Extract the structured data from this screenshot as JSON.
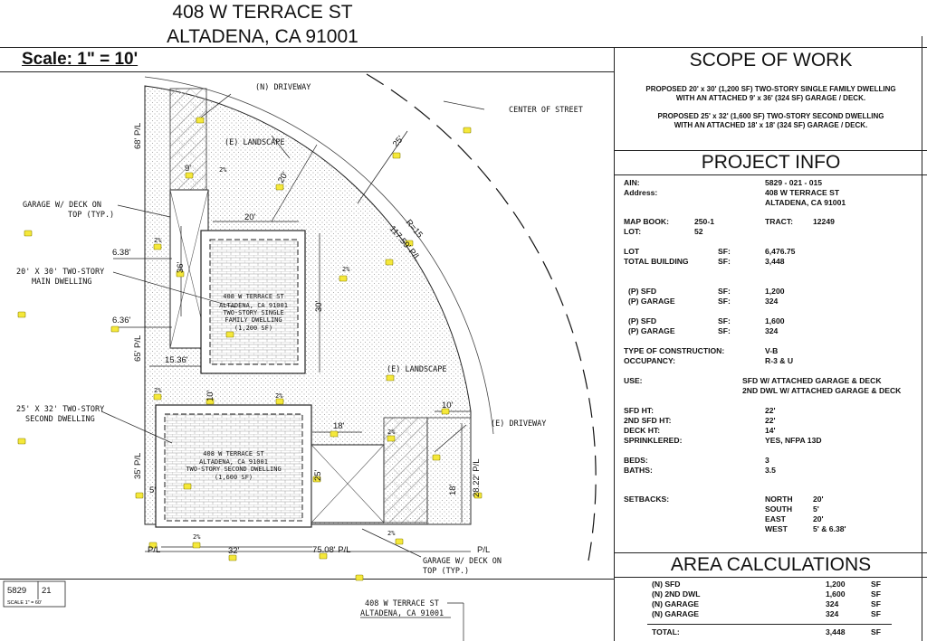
{
  "header": {
    "address_line1": "408 W TERRACE ST",
    "address_line2": "ALTADENA, CA 91001"
  },
  "scale_label": "Scale: 1\" = 10'",
  "site_plan": {
    "labels": {
      "n_driveway": "(N) DRIVEWAY",
      "center_of_street": "CENTER OF STREET",
      "e_landscape_top": "(E) LANDSCAPE",
      "garage_deck_1": "GARAGE W/ DECK ON",
      "garage_deck_1b": "TOP (TYP.)",
      "main_dwelling_1": "20' X 30' TWO-STORY",
      "main_dwelling_2": "MAIN DWELLING",
      "second_dwelling_1": "25' X 32' TWO-STORY",
      "second_dwelling_2": "SECOND DWELLING",
      "e_landscape_mid": "(E) LANDSCAPE",
      "e_driveway": "(E) DRIVEWAY",
      "garage_deck_2": "GARAGE W/ DECK ON",
      "garage_deck_2b": "TOP (TYP.)"
    },
    "building1": {
      "line1": "408 W TERRACE ST",
      "line2": "ALTADENA, CA 91001",
      "line3": "TWO-STORY SINGLE",
      "line4": "FAMILY DWELLING",
      "line5": "(1,200 SF)"
    },
    "building2": {
      "line1": "408 W TERRACE ST",
      "line2": "ALTADENA, CA 91001",
      "line3": "TWO-STORY SECOND DWELLING",
      "line4": "(1,600 SF)"
    },
    "dims": {
      "d9": "9'",
      "d20a": "20'",
      "d25": "25'",
      "d20b": "20'",
      "d11759": "117.59' P/L",
      "r15": "R=15",
      "d638": "6.38'",
      "d636": "6.36'",
      "d36": "36'",
      "d30": "30'",
      "d1536": "15.36'",
      "d10a": "10'",
      "d10b": "10'",
      "d18a": "18'",
      "d18b": "18'",
      "d25b": "25'",
      "d2822": "28.22' P/L",
      "d5": "5'",
      "d32": "32'",
      "d7508": "75.08' P/L",
      "pl": "P/L",
      "pl_b": "P/L",
      "d68pl": "68' P/L",
      "d35pl": "35' P/L",
      "d65pl": "65' P/L",
      "slope": "2%"
    },
    "title_block": {
      "page": "5829",
      "sheet": "21",
      "scale_small": "SCALE 1\" = 60'",
      "addr1": "408 W TERRACE ST",
      "addr2": "ALTADENA, CA 91001"
    }
  },
  "scope_of_work": {
    "title": "SCOPE OF WORK",
    "p1_line1": "PROPOSED 20' x 30' (1,200 SF) TWO-STORY SINGLE FAMILY DWELLING",
    "p1_line2": "WITH AN ATTACHED 9' x 36' (324 SF) GARAGE / DECK.",
    "p2_line1": "PROPOSED 25' x 32' (1,600 SF) TWO-STORY SECOND DWELLING",
    "p2_line2": "WITH AN ATTACHED 18' x 18' (324 SF) GARAGE / DECK."
  },
  "project_info": {
    "title": "PROJECT INFO",
    "ain_label": "AIN:",
    "ain_value": "5829 - 021 - 015",
    "address_label": "Address:",
    "address_value1": "408 W TERRACE ST",
    "address_value2": "ALTADENA, CA 91001",
    "mapbook_label": "MAP BOOK:",
    "mapbook_value": "250-1",
    "tract_label": "TRACT:",
    "tract_value": "12249",
    "lot_label": "LOT:",
    "lot_value": "52",
    "lot_sf_label": "LOT",
    "sf": "SF:",
    "lot_sf_value": "6,476.75",
    "total_bldg_label": "TOTAL BUILDING",
    "total_bldg_value": "3,448",
    "p_sfd": "(P)  SFD",
    "p_sfd_value": "1,200",
    "p_garage": "(P)  GARAGE",
    "p_garage_value": "324",
    "p_sfd2_value": "1,600",
    "p_garage2_value": "324",
    "construction_label": "TYPE OF CONSTRUCTION:",
    "construction_value": "V-B",
    "occupancy_label": "OCCUPANCY:",
    "occupancy_value": "R-3 & U",
    "use_label": "USE:",
    "use_value1": "SFD W/ ATTACHED GARAGE & DECK",
    "use_value2": "2ND DWL W/ ATTACHED GARAGE & DECK",
    "sfd_ht_label": "SFD HT:",
    "sfd_ht_value": "22'",
    "dwl_ht_label": "2ND SFD HT:",
    "dwl_ht_value": "22'",
    "deck_ht_label": "DECK HT:",
    "deck_ht_value": "14'",
    "sprinkler_label": "SPRINKLERED:",
    "sprinkler_value": "YES, NFPA 13D",
    "beds_label": "BEDS:",
    "beds_value": "3",
    "baths_label": "BATHS:",
    "baths_value": "3.5",
    "setbacks_label": "SETBACKS:",
    "north_label": "NORTH",
    "north_value": "20'",
    "south_label": "SOUTH",
    "south_value": "5'",
    "east_label": "EAST",
    "east_value": "20'",
    "west_label": "WEST",
    "west_value": "5' & 6.38'"
  },
  "area_calculations": {
    "title": "AREA CALCULATIONS",
    "rows": [
      {
        "label": "(N)  SFD",
        "value": "1,200",
        "unit": "SF"
      },
      {
        "label": "(N)  2ND DWL",
        "value": "1,600",
        "unit": "SF"
      },
      {
        "label": "(N)  GARAGE",
        "value": "324",
        "unit": "SF"
      },
      {
        "label": "(N)  GARAGE",
        "value": "324",
        "unit": "SF"
      }
    ],
    "total_label": "TOTAL:",
    "total_value": "3,448",
    "total_unit": "SF"
  }
}
